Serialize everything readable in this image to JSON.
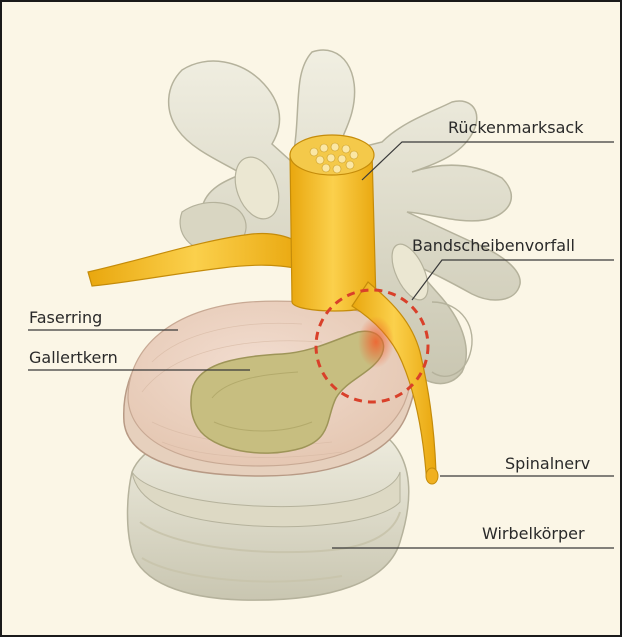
{
  "labels": {
    "rueckenmarksack": "Rückenmarksack",
    "bandscheibenvorfall": "Bandscheibenvorfall",
    "faserring": "Faserring",
    "gallertkern": "Gallertkern",
    "spinalnerv": "Spinalnerv",
    "wirbelkoerper": "Wirbelkörper"
  },
  "colors": {
    "background": "#fbf6e6",
    "bone": "#e6e4d2",
    "disc_annulus": "#ecd3c0",
    "disc_nucleus": "#c8bf7a",
    "nerve": "#f6c130",
    "herniation_marker": "#d9402a",
    "leader_line": "#3a3a3a"
  },
  "icons": {
    "herniation_marker": "dashed-circle"
  }
}
